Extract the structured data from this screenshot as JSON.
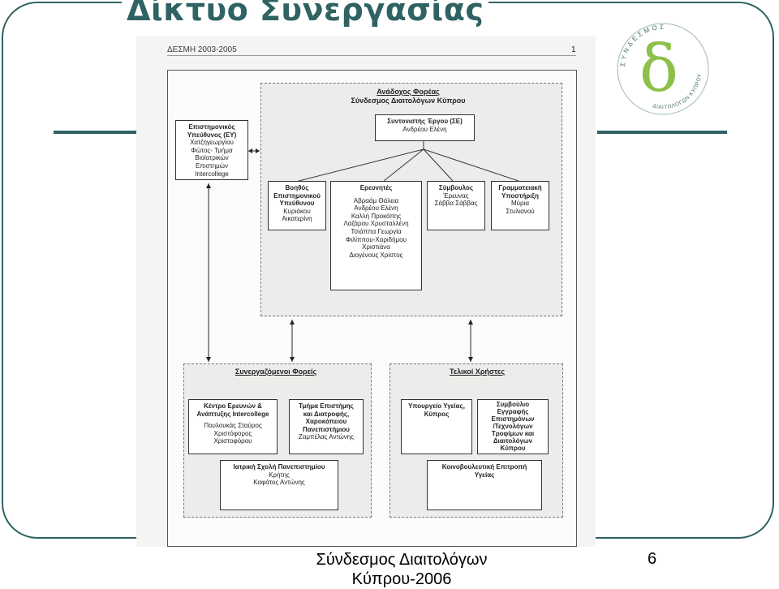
{
  "slide": {
    "title": "Δίκτυο Συνεργασίας",
    "footer": "Σύνδεσμος Διαιτολόγων Κύπρου-2006",
    "page_number": "6",
    "accent_color": "#2f6263"
  },
  "logo": {
    "top_text": "ΣΥΝΔΕΣΜΟΣ",
    "bottom_text": "ΔΙΑΙΤΟΛΟΓΩΝ ΚΥΠΡΟΥ",
    "mark": "δ",
    "mark_color": "#8dc04a"
  },
  "document": {
    "header": "ΔΕΣΜΗ 2003-2005",
    "page_number": "1"
  },
  "lead": {
    "title_line1": "Ανάδοχος Φορέας",
    "title_line2": "Σύνδεσμος Διαιτολόγων Κύπρου"
  },
  "coordinator": {
    "heading": "Συντονιστής Έργου (ΣΕ)",
    "name": "Ανδρέου Ελένη"
  },
  "scientific_lead": {
    "lines": [
      "Επιστημονικός",
      "Υπεύθυνος (ΕΥ)"
    ],
    "names": [
      "Χατζηγεωργίου",
      "Φώτος- Τμήμα",
      "Βιοϊατρικών",
      "Επιστημών",
      "Intercollege"
    ]
  },
  "assistant": {
    "lines": [
      "Βοηθός",
      "Επιστημονικού",
      "Υπεύθυνου"
    ],
    "names": [
      "Κυριάκου",
      "Αικατερίνη"
    ]
  },
  "researchers": {
    "heading": "Ερευνητές",
    "names": [
      "Αβραάμ Θάλεια",
      "Ανδρέου Ελένη",
      "Καλλή Προκόπης",
      "Λαζάρου Χρυσταλλένη",
      "Τσιάππα Γεωργία",
      "Φιλίππου-Χαριδήμου",
      "Χριστιάνα",
      "Διογένους Χρίστος"
    ]
  },
  "research_advisor": {
    "lines": [
      "Σύμβουλος",
      "Έρευνας"
    ],
    "names": [
      "Σάββα Σάββας"
    ]
  },
  "secretariat": {
    "lines": [
      "Γραμματειακή",
      "Υποστήριξη"
    ],
    "names": [
      "Μύρια",
      "Στυλιανού"
    ]
  },
  "partners": {
    "title": "Συνεργαζόμενοι Φορείς",
    "intercollege": {
      "lines": [
        "Κέντρο Ερευνών &",
        "Ανάπτυξης Intercollege"
      ],
      "names": [
        "Πουλουκάς Σταύρος",
        "Χριστόφορος",
        "Χριστοφόρου"
      ]
    },
    "harokopio": {
      "lines": [
        "Τμήμα Επιστήμης",
        "και Διατροφής,",
        "Χαροκόπειου",
        "Πανεπιστήμιου"
      ],
      "names": [
        "Ζαμπέλας Αντώνης"
      ]
    },
    "crete": {
      "lines": [
        "Ιατρική Σχολή Πανεπιστημίου",
        "Κρήτης"
      ],
      "names": [
        "Καφάτος Αντώνης"
      ]
    }
  },
  "end_users": {
    "title": "Τελικοί Χρήστες",
    "ministry": {
      "lines": [
        "Υπουργείο Υγείας,",
        "Κύπρος"
      ]
    },
    "council": {
      "lines": [
        "Συμβούλιο",
        "Εγγραφής",
        "Επιστημόνων",
        "/Τεχνολόγων",
        "Τροφίμων και",
        "Διαιτολόγων",
        "Κύπρου"
      ]
    },
    "parliament": {
      "lines": [
        "Κοινοβουλευτική Επιτροπή",
        "Υγείας"
      ]
    }
  }
}
